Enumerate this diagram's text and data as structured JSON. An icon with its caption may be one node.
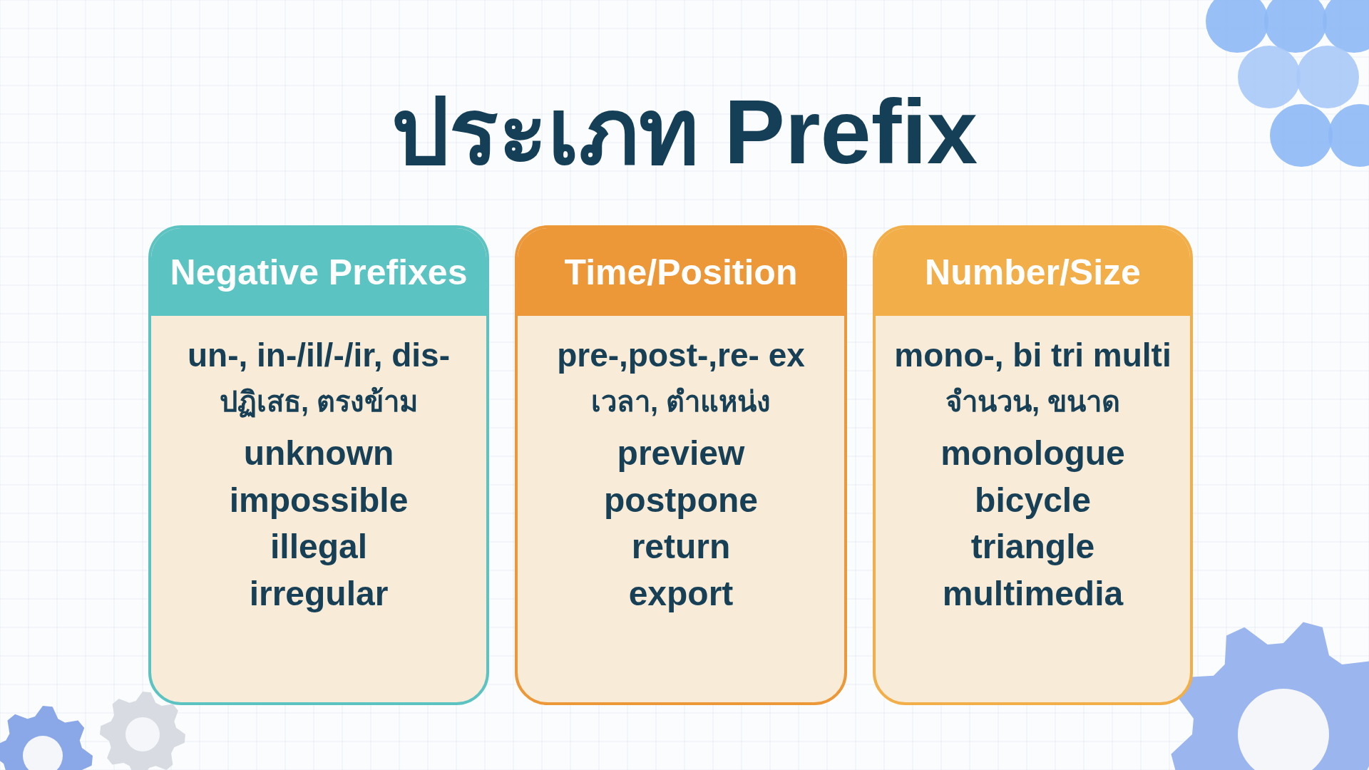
{
  "diagram": {
    "title": "ประเภท Prefix",
    "nodes": [
      {
        "text": [
          "Negative Prefixes",
          "un-, in-/il/-/ir, dis-",
          "ปฏิเสธ, ตรงข้าม",
          "unknown",
          "impossible",
          "illegal",
          "irregular"
        ]
      },
      {
        "text": [
          "Time/Position",
          "pre-,post-,re- ex",
          "เวลา, ตำแหน่ง",
          "preview",
          "postpone",
          "return",
          "export"
        ]
      },
      {
        "text": [
          "Number/Size",
          "mono-, bi tri multi",
          "จำนวน, ขนาด",
          "monologue",
          "bicycle",
          "triangle",
          "multimedia"
        ]
      }
    ]
  }
}
